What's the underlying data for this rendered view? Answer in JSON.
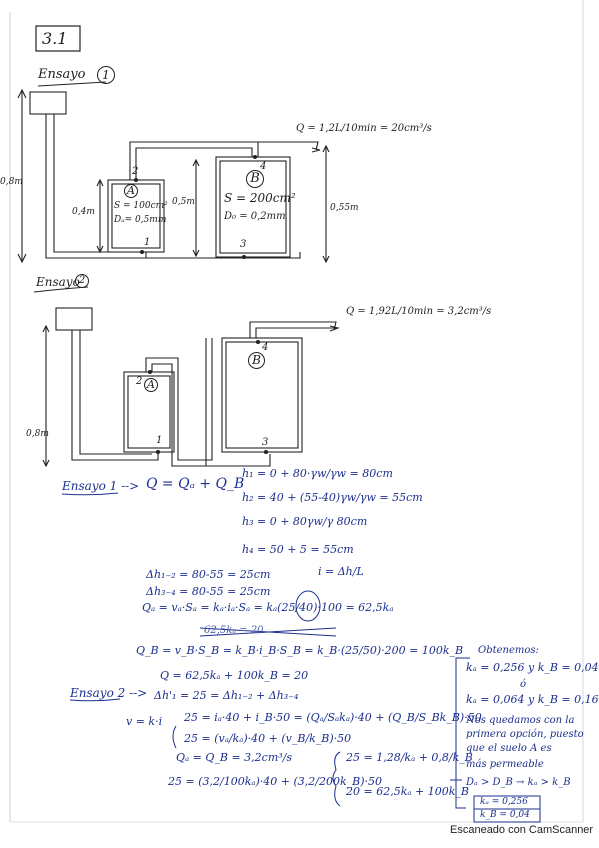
{
  "problem_id": "3.1",
  "ensayo1": {
    "title": "Ensayo",
    "num": "1",
    "flow": "Q = 1,2L/10min = 20cm³/s",
    "h_tank": "0,8m",
    "h_a": "0,4m",
    "h_mid": "0,5m",
    "h_b": "0,55m",
    "node2": "2",
    "node4": "4",
    "node1": "1",
    "node3": "3",
    "a_label": "A",
    "b_label": "B",
    "a_s": "S = 100cm²",
    "a_d": "Dₐ= 0,5mm",
    "b_s": "S = 200cm²",
    "b_d": "D₀ = 0,2mm"
  },
  "ensayo2": {
    "title": "Ensayo",
    "num": "2",
    "flow": "Q = 1,92L/10min = 3,2cm³/s",
    "h_tank": "0,8m",
    "node2": "2",
    "node4": "4",
    "node1": "1",
    "node3": "3",
    "a_label": "A",
    "b_label": "B"
  },
  "calc1": {
    "label": "Ensayo 1 -->",
    "eq_q": "Q = Qₐ + Q_B",
    "h1": "h₁ = 0 + 80·γw/γw = 80cm",
    "h2": "h₂ = 40 + (55-40)γw/γw = 55cm",
    "h3": "h₃ = 0 + 80γw/γ  80cm",
    "h4": "h₄ = 50 + 5 = 55cm",
    "dh12": "Δh₁₋₂ = 80-55 = 25cm",
    "i_def": "i = Δh/L",
    "dh34": "Δh₃₋₄ = 80-55 = 25cm",
    "qa": "Qₐ = vₐ·Sₐ = kₐ·iₐ·Sₐ = kₐ(25/40)·100 = 62,5kₐ",
    "strike": "62,5kₐ = 20",
    "qb": "Q_B = v_B·S_B = k_B·i_B·S_B = k_B·(25/50)·200 = 100k_B",
    "qsum": "Q = 62,5kₐ + 100k_B = 20"
  },
  "calc2": {
    "label": "Ensayo 2 -->",
    "dh": "Δh'₁ = 25 = Δh₁₋₂ + Δh₃₋₄",
    "vki": "v = k·i",
    "e1": "25 = iₐ·40 + i_B·50 = (Qₐ/Sₐkₐ)·40 + (Q_B/S_Bk_B)·50",
    "e2": "25 = (vₐ/kₐ)·40 + (v_B/k_B)·50",
    "qaqb": "Qₐ = Q_B = 3,2cm³/s",
    "e3": "25 = (3,2/100kₐ)·40 + (3,2/200k_B)·50",
    "sys1": "25 = 1,28/kₐ + 0,8/k_B",
    "sys2": "20 = 62,5kₐ + 100k_B"
  },
  "result": {
    "line1": "Obtenemos:",
    "line2": "kₐ = 0,256 y k_B = 0,04",
    "line3": "ó",
    "line4": "kₐ = 0,064 y k_B = 0,16",
    "line5": "Nos quedamos con la",
    "line6": "primera opción, puesto",
    "line7": "que el suelo A es",
    "line8": "más permeable",
    "line9": "Dₐ > D_B → kₐ > k_B",
    "box1": "kₐ = 0,256",
    "box2": "k_B = 0,04"
  },
  "footer": "Escaneado con CamScanner"
}
